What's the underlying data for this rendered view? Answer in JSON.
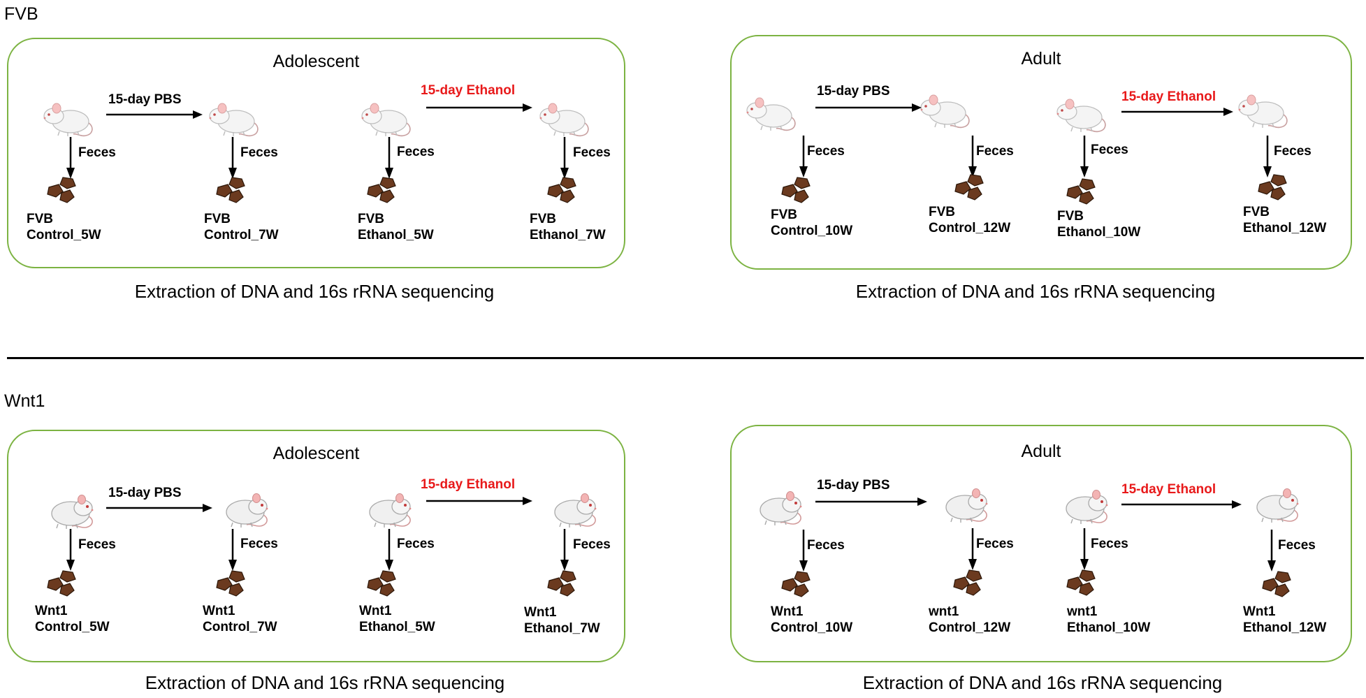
{
  "sections": [
    {
      "label": "FVB",
      "panels": [
        {
          "title": "Adolescent",
          "pbs_label": "15-day PBS",
          "ethanol_label": "15-day Ethanol",
          "feces_label": "Feces",
          "samples": [
            {
              "line1": "FVB",
              "line2": "Control_5W"
            },
            {
              "line1": "FVB",
              "line2": "Control_7W"
            },
            {
              "line1": "FVB",
              "line2": "Ethanol_5W"
            },
            {
              "line1": "FVB",
              "line2": "Ethanol_7W"
            }
          ],
          "extraction": "Extraction of DNA and 16s rRNA sequencing"
        },
        {
          "title": "Adult",
          "pbs_label": "15-day PBS",
          "ethanol_label": "15-day Ethanol",
          "feces_label": "Feces",
          "samples": [
            {
              "line1": "FVB",
              "line2": "Control_10W"
            },
            {
              "line1": "FVB",
              "line2": "Control_12W"
            },
            {
              "line1": "FVB",
              "line2": "Ethanol_10W"
            },
            {
              "line1": "FVB",
              "line2": "Ethanol_12W"
            }
          ],
          "extraction": "Extraction of DNA and 16s rRNA sequencing"
        }
      ]
    },
    {
      "label": "Wnt1",
      "panels": [
        {
          "title": "Adolescent",
          "pbs_label": "15-day PBS",
          "ethanol_label": "15-day Ethanol",
          "feces_label": "Feces",
          "samples": [
            {
              "line1": "Wnt1",
              "line2": "Control_5W"
            },
            {
              "line1": "Wnt1",
              "line2": "Control_7W"
            },
            {
              "line1": "Wnt1",
              "line2": "Ethanol_5W"
            },
            {
              "line1": "Wnt1",
              "line2": "Ethanol_7W"
            }
          ],
          "extraction": "Extraction of DNA and 16s rRNA sequencing"
        },
        {
          "title": "Adult",
          "pbs_label": "15-day PBS",
          "ethanol_label": "15-day Ethanol",
          "feces_label": "Feces",
          "samples": [
            {
              "line1": "Wnt1",
              "line2": "Control_10W"
            },
            {
              "line1": "wnt1",
              "line2": "Control_12W"
            },
            {
              "line1": "wnt1",
              "line2": "Ethanol_10W"
            },
            {
              "line1": "Wnt1",
              "line2": "Ethanol_12W"
            }
          ],
          "extraction": "Extraction of DNA and 16s rRNA sequencing"
        }
      ]
    }
  ],
  "colors": {
    "panel_border": "#7cb342",
    "ethanol_text": "#e8191a",
    "feces": "#6b3a1f",
    "mouse_body": "#f2f2f2",
    "mouse_ear": "#f4a9a9"
  },
  "icons": [
    "mouse-icon",
    "feces-icon",
    "down-arrow-icon",
    "right-arrow-icon"
  ]
}
